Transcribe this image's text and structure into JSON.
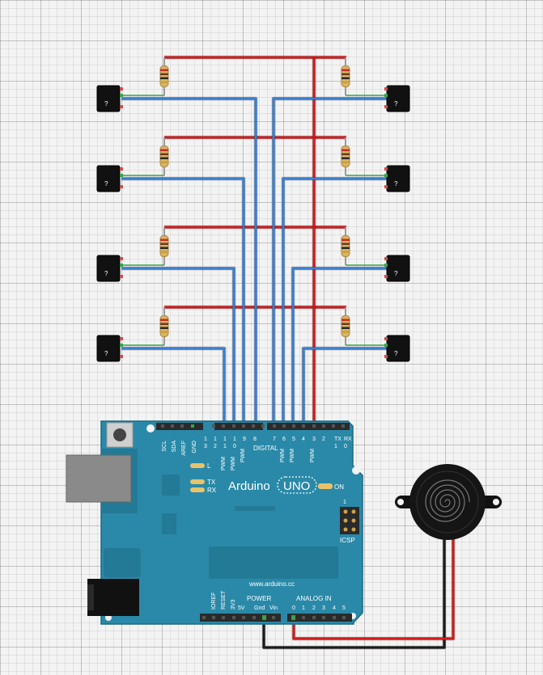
{
  "board": {
    "brand": "Arduino",
    "model": "UNO",
    "url": "www.arduino.cc",
    "digital_label": "DIGITAL",
    "on_label": "ON",
    "led_l": "L",
    "led_tx": "TX",
    "led_rx": "RX",
    "icsp_label": "ICSP",
    "icsp_pin": "1",
    "power_label": "POWER",
    "analog_label": "ANALOG IN",
    "top_pins": [
      "SCL",
      "SDA",
      "AREF",
      "GND",
      "1\n3",
      "1\n2",
      "1\n1\nPWM",
      "1\n0\nPWM",
      "9\nPWM",
      "8",
      "7",
      "6\nPWM",
      "5\nPWM",
      "4",
      "3\nPWM",
      "2",
      "TX\n1",
      "RX\n0"
    ],
    "power_pins": [
      "IOREF",
      "RESET",
      "3V3",
      "5V",
      "Gnd",
      "Vin"
    ],
    "analog_pins": [
      "0",
      "1",
      "2",
      "3",
      "4",
      "5"
    ]
  },
  "sensors_left": [
    "?",
    "?",
    "?",
    "?"
  ],
  "sensors_right": [
    "?",
    "?",
    "?",
    "?"
  ],
  "colors": {
    "board": "#2a89a8",
    "board_dark": "#1f6f8a",
    "wire_red": "#d31a1a",
    "wire_blue": "#3a7fd0",
    "wire_black": "#1a1a1a",
    "header": "#2a2a2a"
  },
  "icons": {
    "buzzer": "piezo-buzzer-icon",
    "sensor": "switch-sensor-icon",
    "resistor": "resistor-icon"
  }
}
